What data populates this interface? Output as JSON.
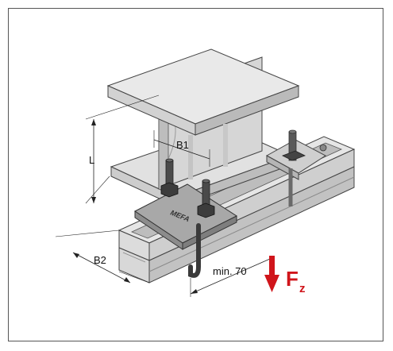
{
  "labels": {
    "height": "L",
    "flange_width": "B1",
    "rail_width": "B2",
    "min_clearance": "min. 70",
    "brand": "MEFA",
    "force_main": "F",
    "force_sub": "z"
  },
  "colors": {
    "force": "#d0151b",
    "steel_light": "#e4e4e4",
    "steel_mid": "#cfcfcf",
    "steel_dark": "#a9a9a9",
    "outline": "#444444",
    "bolt": "#3a3a3a"
  },
  "icons": {
    "force_arrow": "arrow-down-icon"
  }
}
